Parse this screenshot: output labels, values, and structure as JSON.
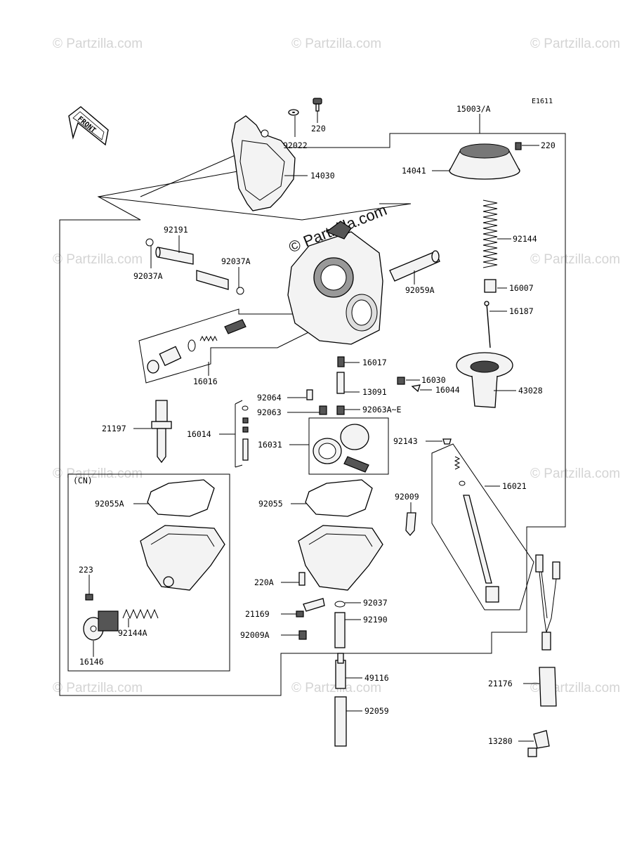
{
  "diagram_code": "E1611",
  "front_label": "FRONT",
  "watermark": "© Partzilla.com",
  "group_label": "(CN)",
  "labels": {
    "l15003A": "15003/A",
    "l220_top": "220",
    "l92022": "92022",
    "l14030": "14030",
    "l220_right": "220",
    "l14041": "14041",
    "l92144": "92144",
    "l16007": "16007",
    "l16187": "16187",
    "l92191": "92191",
    "l92037A_a": "92037A",
    "l92037A_b": "92037A",
    "l92059A": "92059A",
    "l16016": "16016",
    "l16017": "16017",
    "l13091": "13091",
    "l16030": "16030",
    "l16044": "16044",
    "l43028": "43028",
    "l92064": "92064",
    "l92063": "92063",
    "l92063AE": "92063A~E",
    "l21197": "21197",
    "l16014": "16014",
    "l16031": "16031",
    "l92143": "92143",
    "l16021": "16021",
    "l92055A": "92055A",
    "l92055": "92055",
    "l92009": "92009",
    "l223": "223",
    "l92144A": "92144A",
    "l16146": "16146",
    "l220A": "220A",
    "l21169": "21169",
    "l92009A": "92009A",
    "l92037": "92037",
    "l92190": "92190",
    "l49116": "49116",
    "l92059": "92059",
    "l21176": "21176",
    "l13280": "13280"
  }
}
